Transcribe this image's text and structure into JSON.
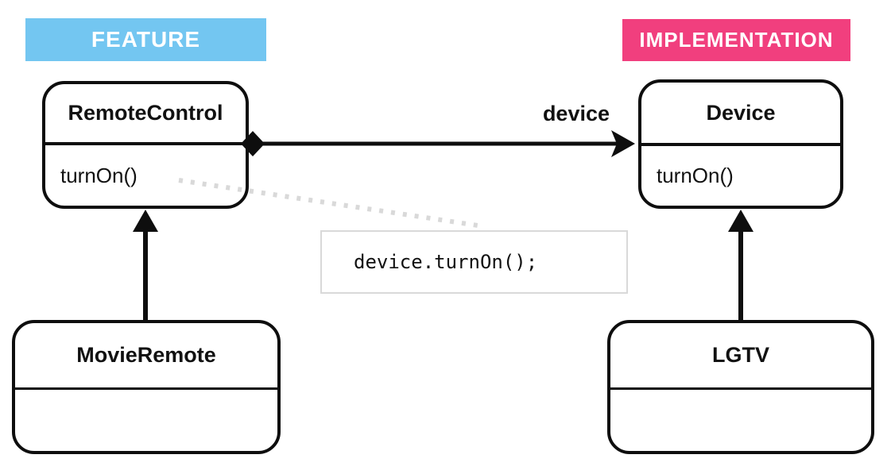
{
  "header": {
    "feature_label": "FEATURE",
    "implementation_label": "IMPLEMENTATION"
  },
  "classes": {
    "remote_control": {
      "name": "RemoteControl",
      "method": "turnOn()"
    },
    "device": {
      "name": "Device",
      "method": "turnOn()"
    },
    "movie_remote": {
      "name": "MovieRemote",
      "method": ""
    },
    "lgtv": {
      "name": "LGTV",
      "method": ""
    }
  },
  "relations": {
    "association_label": "device",
    "association_type": "composition (filled diamond at RemoteControl, arrow into Device)",
    "inheritance": [
      {
        "from": "MovieRemote",
        "to": "RemoteControl"
      },
      {
        "from": "LGTV",
        "to": "Device"
      }
    ]
  },
  "code_snippet": {
    "text": "device.turnOn();"
  },
  "colors": {
    "feature_bg": "#73c6f1",
    "implementation_bg": "#f13f7e",
    "stroke": "#0e0e0e",
    "dotted_callout": "#d9d9d9",
    "code_box_border": "#d9d9d9",
    "background": "#ffffff",
    "label_text": "#ffffff",
    "diagram_text": "#111111"
  }
}
